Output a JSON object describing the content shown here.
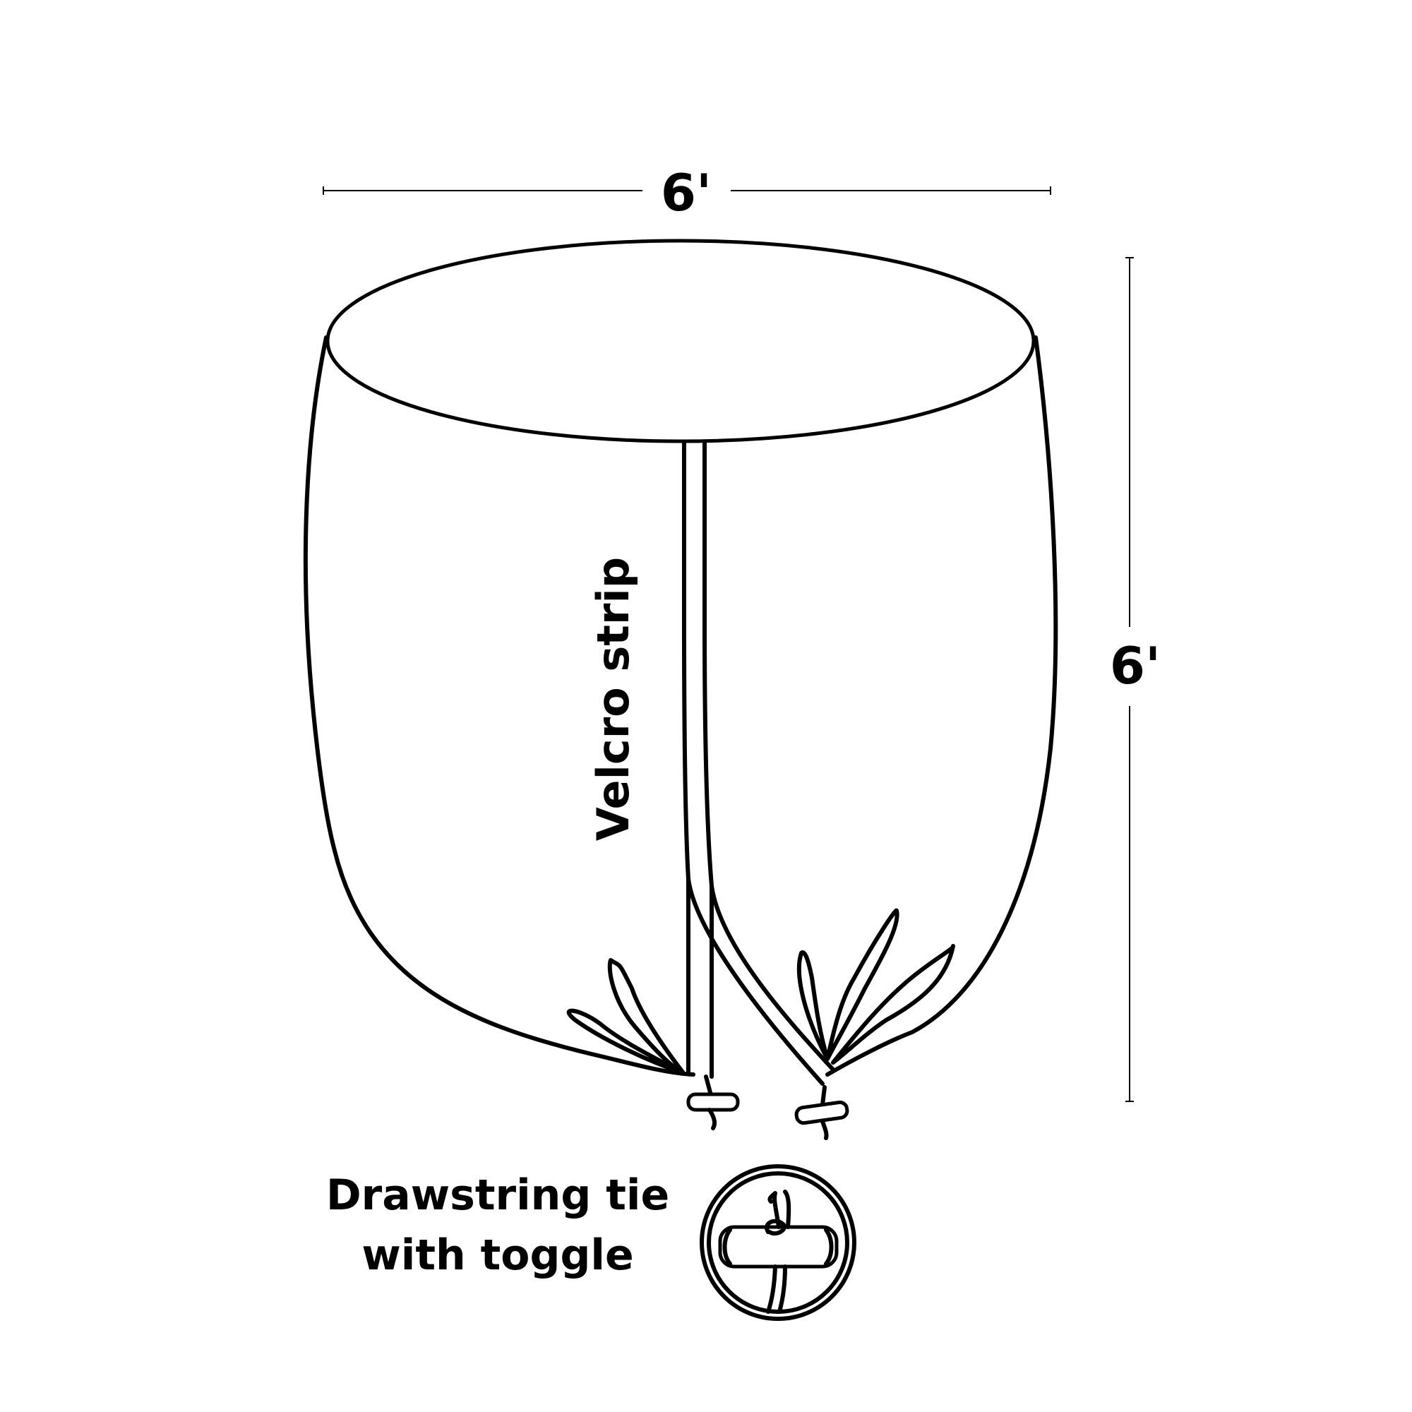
{
  "dimensions": {
    "width_label": "6'",
    "height_label": "6'"
  },
  "callouts": {
    "velcro": "Velcro strip",
    "drawstring_line1": "Drawstring tie",
    "drawstring_line2": "with toggle"
  },
  "colors": {
    "ink": "#000000",
    "background": "#ffffff"
  }
}
